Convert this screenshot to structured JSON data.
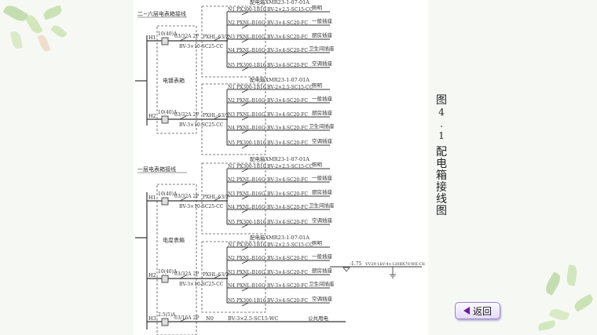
{
  "caption": [
    "图",
    "4",
    ".",
    "1",
    "配",
    "电",
    "箱",
    "接",
    "线",
    "图"
  ],
  "back_button": {
    "label": "返回",
    "icon": "left-triangle-icon",
    "color": "#6a1aa0"
  },
  "sections": [
    {
      "title": "二~六层电表箱接线",
      "meter_box_label": "电镀表箱",
      "feeders": [
        {
          "id": "H1",
          "meter": "10(40)A",
          "breaker": "63/32A 2P",
          "cable": "BV-3×10-SC25-CC",
          "panel_breaker": "PXHL-63/2",
          "panel_label": "配电箱XMR23-1-07-01A",
          "circuits": [
            {
              "id": "N1",
              "device": "PX300-1B10",
              "cable": "BV-2×2.5-SC15-CC",
              "load": "照明"
            },
            {
              "id": "N2",
              "device": "PXNL-B16G",
              "cable": "BV-3×4-SC20-FC",
              "load": "一般插座"
            },
            {
              "id": "N3",
              "device": "PXNL-B16G",
              "cable": "BV-3×4-SC20-FC",
              "load": "厨房插座"
            },
            {
              "id": "N4",
              "device": "PXNL-B16G",
              "cable": "BV-3×4-SC20-FC",
              "load": "卫生间插座"
            },
            {
              "id": "N5",
              "device": "PX300-1B16",
              "cable": "BV-3×4-SC20-FC",
              "load": "空调插座"
            }
          ]
        },
        {
          "id": "H2",
          "meter": "10(40)A",
          "breaker": "63/32A 2P",
          "cable": "BV-3×10-SC25-CC",
          "panel_breaker": "PXHL-63/2",
          "panel_label": "配电箱XMR23-1-07-01A",
          "circuits": [
            {
              "id": "N1",
              "device": "PX300-1B16",
              "cable": "BV-2×2.5-SC15-CC",
              "load": "照明"
            },
            {
              "id": "N2",
              "device": "PXNL-B16G",
              "cable": "BV-3×4-SC20-FC",
              "load": "一般插座"
            },
            {
              "id": "N3",
              "device": "PXNL-B16G",
              "cable": "BV-3×4-SC20-FC",
              "load": "厨房插座"
            },
            {
              "id": "N4",
              "device": "PXNL-B16G",
              "cable": "BV-3×4-SC20-FC",
              "load": "卫生间插座"
            },
            {
              "id": "N5",
              "device": "PX300-1B16",
              "cable": "BV-3×4-SC20-FC",
              "load": "空调插座"
            }
          ]
        }
      ]
    },
    {
      "title": "一层电表箱接线",
      "meter_box_label": "电度表箱",
      "feeders": [
        {
          "id": "H1",
          "meter": "10(40)A",
          "breaker": "63/32A 2P",
          "cable": "BV-3×10-SC25-CC",
          "panel_breaker": "PXHL-63/2",
          "panel_label": "配电箱XMR23-1-07-01A",
          "circuits": [
            {
              "id": "N1",
              "device": "PX300-1B10",
              "cable": "BV-2×2.5-SC15-CC",
              "load": "照明"
            },
            {
              "id": "N2",
              "device": "PXNL-B16G",
              "cable": "BV-3×4-SC20-FC",
              "load": "一般插座"
            },
            {
              "id": "N3",
              "device": "PXNL-B16G",
              "cable": "BV-3×4-SC20-FC",
              "load": "厨房插座"
            },
            {
              "id": "N4",
              "device": "PXNL-B16G",
              "cable": "BV-3×4-SC20-FC",
              "load": "卫生间插座"
            },
            {
              "id": "N5",
              "device": "PX300-1B16",
              "cable": "BV-3×4-SC20-FC",
              "load": "空调插座"
            }
          ]
        },
        {
          "id": "H2",
          "meter": "10(40)A",
          "breaker": "63/32A 2P",
          "cable": "BV-3×10-SC25-CC",
          "panel_breaker": "PXHL-63/2",
          "panel_label": "配电箱XMR23-1-07-01A",
          "circuits": [
            {
              "id": "N1",
              "device": "PX300-1B16",
              "cable": "BV-2×2.5-SC15-CC",
              "load": "照明"
            },
            {
              "id": "N2",
              "device": "PXNL-B16G",
              "cable": "BV-3×4-SC20-FC",
              "load": "一般插座"
            },
            {
              "id": "N3",
              "device": "PXNL-B16G",
              "cable": "BV-3×4-SC20-FC",
              "load": "厨房插座"
            },
            {
              "id": "N4",
              "device": "PXNL-B16G",
              "cable": "BV-3×4-SC20-FC",
              "load": "卫生间插座"
            },
            {
              "id": "N5",
              "device": "PX300-1B16",
              "cable": "BV-3×4-SC20-FC",
              "load": "空调插座"
            }
          ]
        }
      ],
      "common_feeder": {
        "id": "H3",
        "meter": "2.5(5)A",
        "breaker": "63/16A 2P",
        "circuit": "N0",
        "cable": "BV-3×2.5-SC15-WC",
        "load": "公共用电"
      },
      "incoming": {
        "elevation": "-1.75",
        "cable": "VV29-1kV-4×120BX70-WE-CE"
      }
    }
  ]
}
